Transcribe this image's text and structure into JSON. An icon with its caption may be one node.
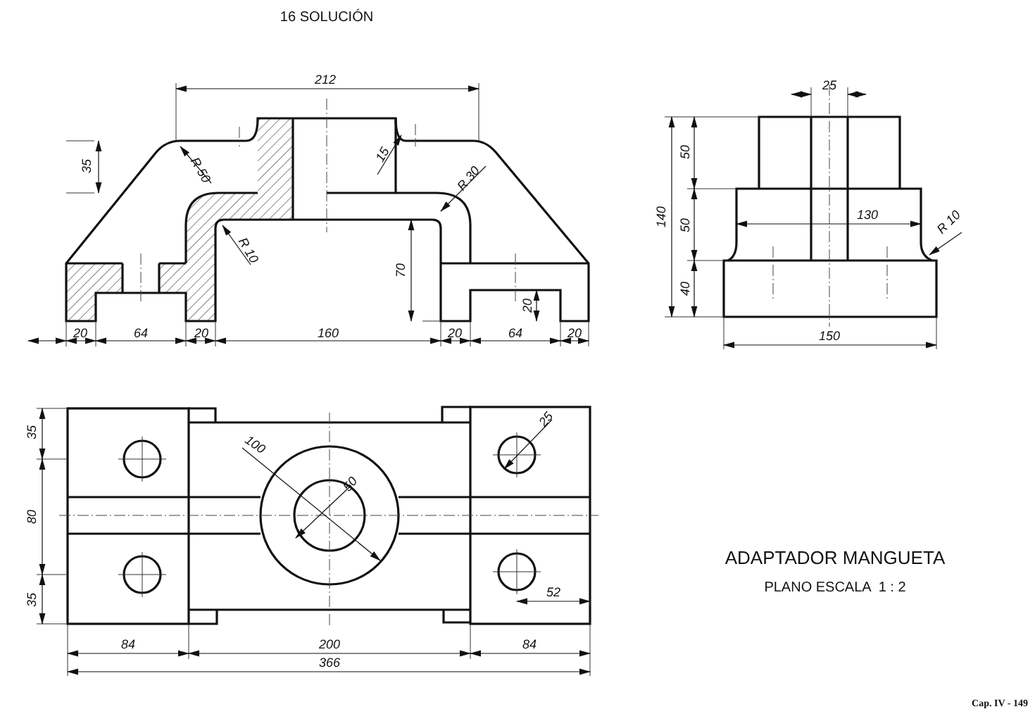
{
  "diagram": {
    "title": "16 SOLUCIÓN",
    "labels": [
      "212",
      "35",
      "R 50",
      "15",
      "R 30",
      "R 10",
      "70",
      "20",
      "20",
      "64",
      "20",
      "160",
      "20",
      "64",
      "20",
      "25",
      "50",
      "50",
      "140",
      "130",
      "R 10",
      "40",
      "150",
      "35",
      "100",
      "25",
      "80",
      "50",
      "35",
      "52",
      "84",
      "200",
      "84",
      "366",
      "ADAPTADOR MANGUETA",
      "PLANO ESCALA  1 : 2",
      "Cap. IV - 149"
    ]
  }
}
